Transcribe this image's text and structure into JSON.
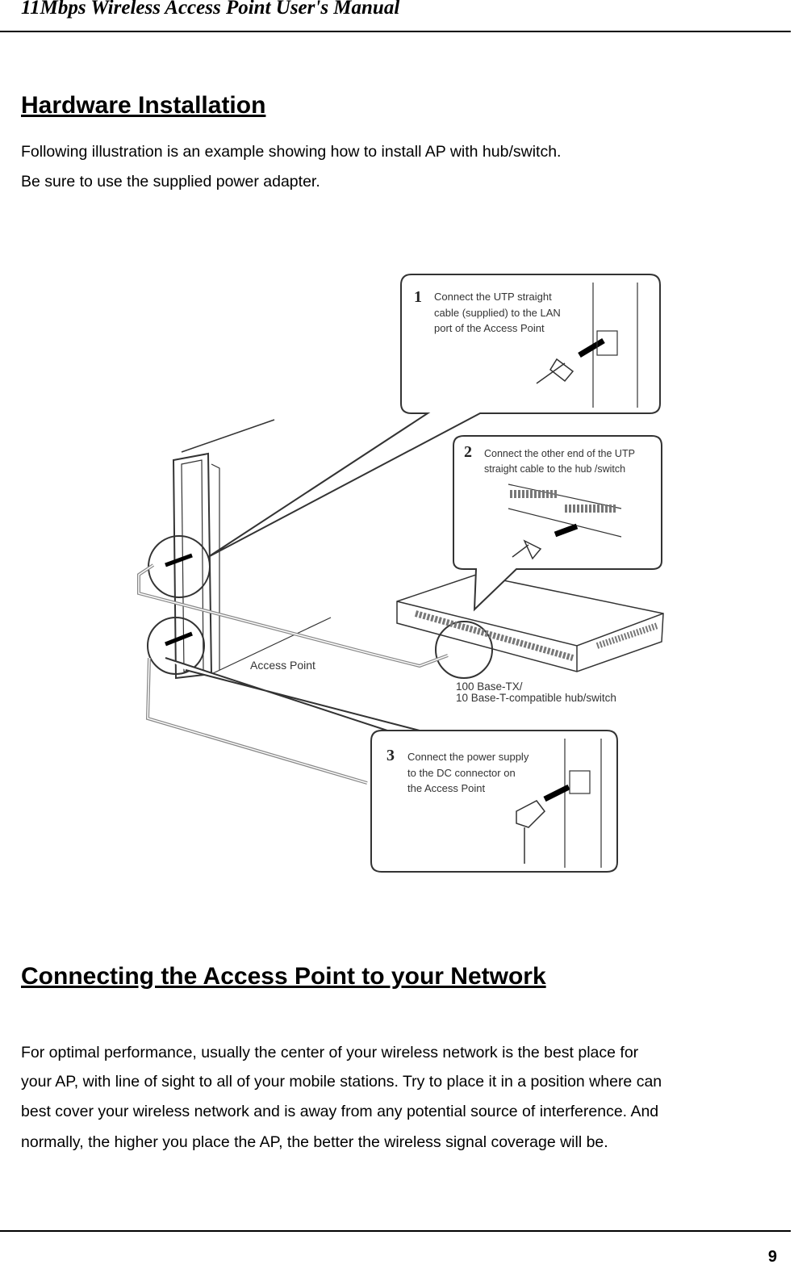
{
  "header": {
    "title": "11Mbps Wireless Access Point User's Manual"
  },
  "section1": {
    "title": "Hardware Installation",
    "lines": [
      "Following illustration is an example showing how to install AP with hub/switch.",
      "Be sure to use the supplied power adapter."
    ]
  },
  "illustration": {
    "step1": {
      "num": "1",
      "lines": [
        "Connect  the  UTP  straight",
        "cable  (supplied)  to  the LAN",
        "port of the Access Point"
      ]
    },
    "step2": {
      "num": "2",
      "lines": [
        "Connect the other end of the UTP",
        "straight cable to the hub /switch"
      ]
    },
    "step3": {
      "num": "3",
      "lines": [
        "Connect the power supply",
        "to  the  DC  connector  on",
        "the Access Point"
      ]
    },
    "ap_label": "Access Point",
    "hub_label": [
      "100 Base-TX/",
      "10 Base-T-compatible hub/switch"
    ]
  },
  "section2": {
    "title": "Connecting the Access Point to your Network",
    "paragraph": [
      "For optimal performance, usually the center of your wireless network is the best place for",
      "your AP, with line of sight to all of your mobile stations. Try to place it in a position where can",
      "best cover your wireless network and is away from any potential source of interference. And",
      "normally, the higher you place the AP, the better the wireless signal coverage will be."
    ]
  },
  "footer": {
    "page_number": "9"
  }
}
